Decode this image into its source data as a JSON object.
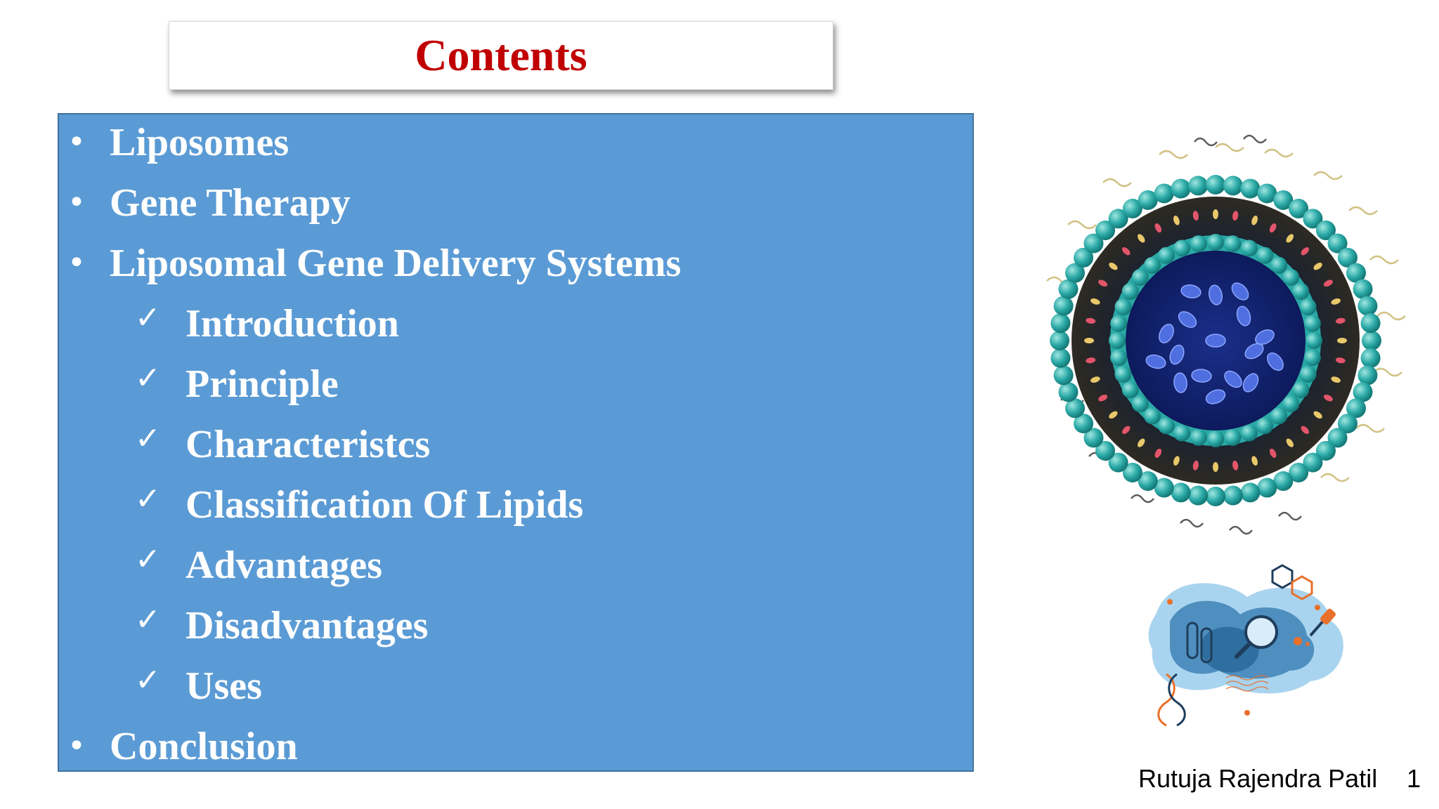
{
  "slide": {
    "title": "Contents",
    "items": [
      {
        "label": "Liposomes",
        "level": 1
      },
      {
        "label": "Gene Therapy",
        "level": 1
      },
      {
        "label": "Liposomal Gene Delivery Systems",
        "level": 1
      },
      {
        "label": "Introduction",
        "level": 2
      },
      {
        "label": "Principle",
        "level": 2
      },
      {
        "label": "Characteristcs",
        "level": 2
      },
      {
        "label": "Classification Of Lipids",
        "level": 2
      },
      {
        "label": "Advantages",
        "level": 2
      },
      {
        "label": "Disadvantages",
        "level": 2
      },
      {
        "label": "Uses",
        "level": 2
      },
      {
        "label": "Conclusion",
        "level": 1
      }
    ],
    "bullet_glyph": "•",
    "check_glyph": "✓",
    "footer": "Rutuja Rajendra Patil",
    "page_number": "1"
  },
  "colors": {
    "title": "#c00000",
    "box_fill": "#5b9bd5",
    "box_border": "#41719c",
    "text_on_box": "#ffffff"
  },
  "icons": [
    "liposome-illustration",
    "lab-science-illustration"
  ]
}
